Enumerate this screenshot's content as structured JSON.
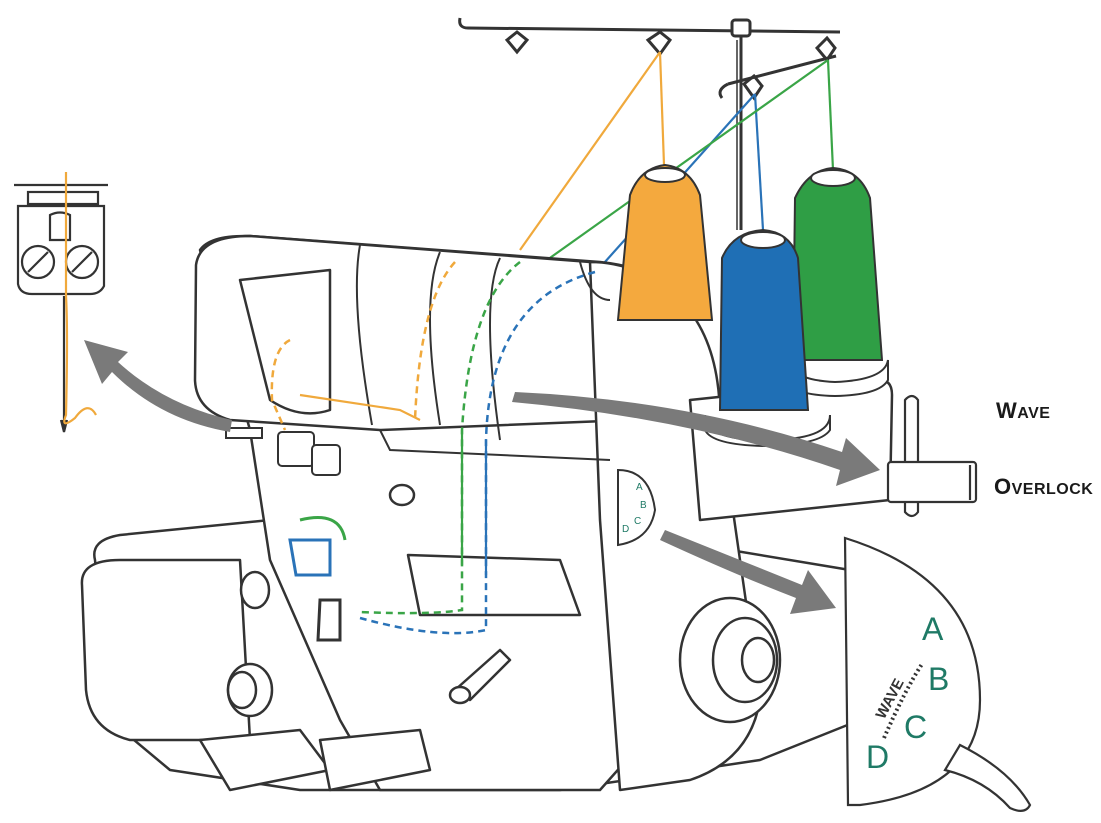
{
  "labels": {
    "wave_first": "W",
    "wave_rest": "AVE",
    "overlock_first": "O",
    "overlock_rest": "VERLOCK"
  },
  "dial": {
    "letters": [
      "A",
      "B",
      "C",
      "D"
    ],
    "wave_text": "WAVE"
  },
  "colors": {
    "outline": "#333333",
    "thread_orange": "#f0a93c",
    "thread_blue": "#2a73b8",
    "thread_green": "#3aa547",
    "spool_orange": "#f4a93e",
    "spool_blue": "#1f6fb5",
    "spool_green": "#2f9e45",
    "arrow_gray": "#7a7a7a",
    "dial_text": "#1f7a66"
  }
}
